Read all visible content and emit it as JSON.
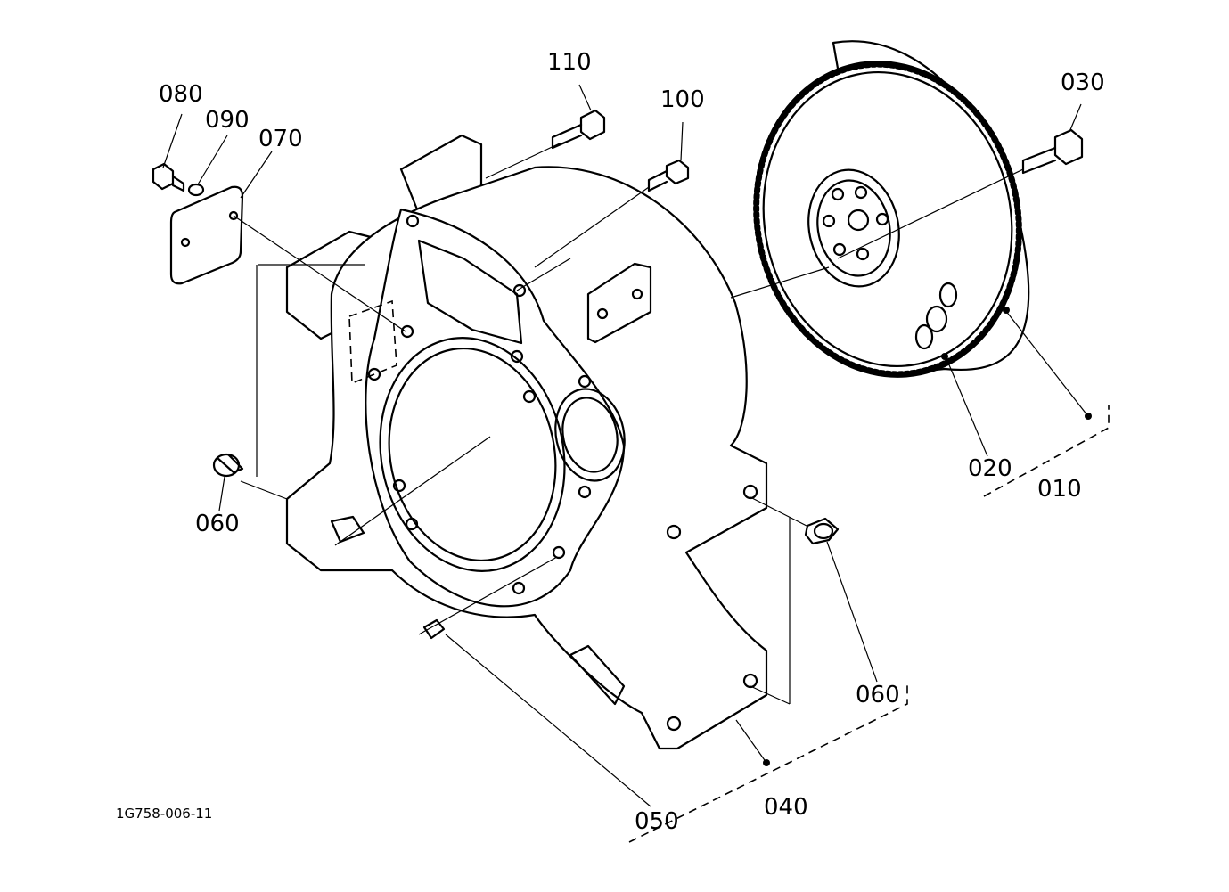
{
  "drawing": {
    "id": "1G758-006-11",
    "colors": {
      "line": "#000000",
      "background": "#ffffff"
    }
  },
  "parts": [
    {
      "ref": "010"
    },
    {
      "ref": "020"
    },
    {
      "ref": "030"
    },
    {
      "ref": "040"
    },
    {
      "ref": "050"
    },
    {
      "ref": "060"
    },
    {
      "ref": "060"
    },
    {
      "ref": "070"
    },
    {
      "ref": "080"
    },
    {
      "ref": "090"
    },
    {
      "ref": "100"
    },
    {
      "ref": "110"
    }
  ]
}
